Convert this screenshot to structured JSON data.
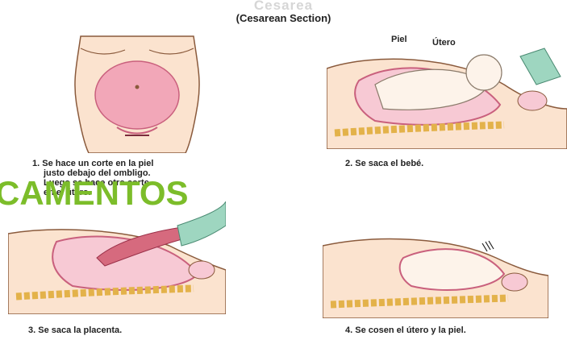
{
  "header": {
    "title": "Cesarea",
    "subtitle": "(Cesarean Section)"
  },
  "panels": [
    {
      "caption_lines": [
        "1. Se hace un corte en la piel",
        "justo debajo del ombligo.",
        "Luego se hace otro corte",
        "en el útero."
      ]
    },
    {
      "caption_lines": [
        "2. Se saca el bebé."
      ],
      "labels": {
        "skin": "Piel",
        "uterus": "Útero"
      }
    },
    {
      "caption_lines": [
        "3. Se saca la placenta."
      ]
    },
    {
      "caption_lines": [
        "4. Se cosen el útero y la piel."
      ]
    }
  ],
  "overlay": {
    "text": "CAMENTOS"
  }
}
